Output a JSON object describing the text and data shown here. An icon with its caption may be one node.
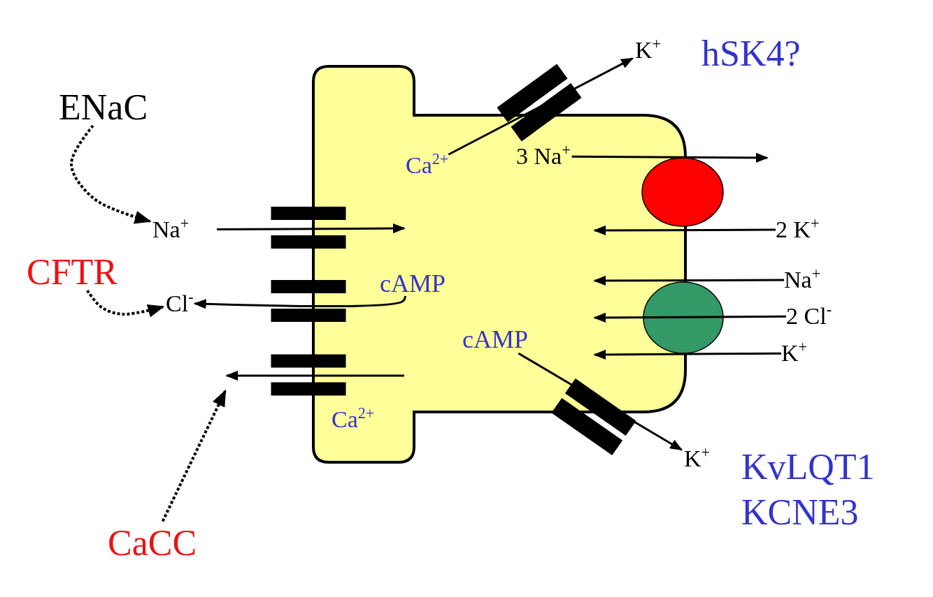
{
  "diagram": {
    "nodes": [
      {
        "text": [
          "ENaC"
        ]
      },
      {
        "text": [
          "Na$^{+}$"
        ]
      },
      {
        "text": [
          "CFTR"
        ]
      },
      {
        "text": [
          "Cl$^{-}$"
        ]
      },
      {
        "text": [
          "CaCC"
        ]
      },
      {
        "text": [],
        "shape": "box"
      },
      {
        "text": [
          "Ca$^{2+}$"
        ],
        "in": 5
      },
      {
        "text": [
          "3 Na$^{+}$"
        ],
        "in": 5
      },
      {
        "text": [
          "cAMP"
        ],
        "in": 5
      },
      {
        "text": [
          "cAMP"
        ],
        "in": 5
      },
      {
        "text": [
          "Ca$^{2+}$"
        ],
        "in": 5
      },
      {
        "text": [],
        "shape": "circle"
      },
      {
        "text": [],
        "shape": "circle"
      },
      {
        "text": [
          "K$^{+}$"
        ]
      },
      {
        "text": [
          "2 K$^{+}$"
        ]
      },
      {
        "text": [
          "Na$^{+}$"
        ]
      },
      {
        "text": [
          "2 Cl$^{-}$"
        ]
      },
      {
        "text": [
          "K$^{+}$"
        ]
      },
      {
        "text": [
          "K$^{+}$"
        ]
      }
    ],
    "edges": [
      {
        "from": 0,
        "to": 1,
        "arrow": "to",
        "style": "dashed"
      },
      {
        "from": 2,
        "to": 3,
        "arrow": "to",
        "style": "dashed"
      },
      {
        "from": 4,
        "to": null,
        "arrow": "to",
        "style": "dashed"
      },
      {
        "from": 1,
        "to": null,
        "arrow": "to"
      },
      {
        "from": 8,
        "to": 3,
        "arrow": "to"
      },
      {
        "from": 6,
        "to": 13,
        "arrow": "to"
      },
      {
        "from": 7,
        "to": null,
        "arrow": "to"
      },
      {
        "from": 14,
        "to": null,
        "arrow": "to"
      },
      {
        "from": 15,
        "to": null,
        "arrow": "to"
      },
      {
        "from": 16,
        "to": null,
        "arrow": "to"
      },
      {
        "from": 17,
        "to": null,
        "arrow": "to"
      },
      {
        "from": 9,
        "to": 18,
        "arrow": "to"
      }
    ],
    "labels": [
      "hSK4?",
      "KvLQT1 KCNE3"
    ]
  }
}
